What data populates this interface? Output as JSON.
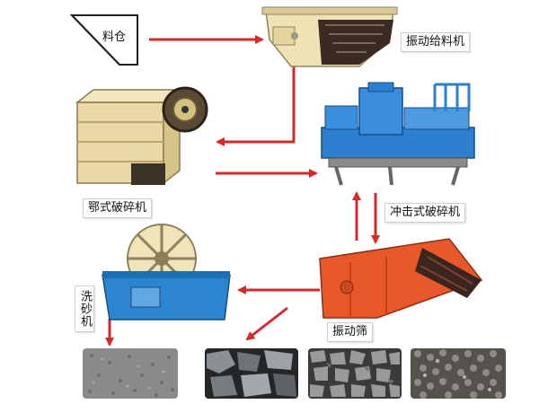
{
  "labels": {
    "hopper": "料仓",
    "feeder": "振动给料机",
    "jaw_crusher": "鄂式破碎机",
    "impact_crusher": "冲击式破碎机",
    "screen": "振动筛",
    "sand_washer": "洗砂机"
  },
  "colors": {
    "arrow": "#d42a2a",
    "feeder_body": "#efe2b5",
    "jaw_body": "#ead9a6",
    "impact_body": "#2d7fd0",
    "screen_body": "#e9582a",
    "washer_body": "#2b86cf",
    "washer_wheel": "#f0e4b8"
  }
}
